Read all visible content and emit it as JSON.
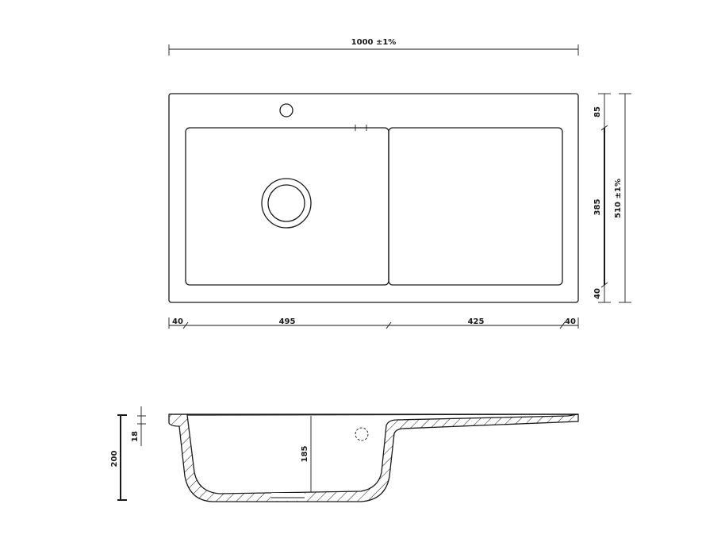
{
  "top_view": {
    "overall_width": "1000 ±1%",
    "overall_depth": "510 ±1%",
    "depth_segments": [
      "85",
      "385",
      "40"
    ],
    "width_segments": [
      "40",
      "495",
      "425",
      "40"
    ]
  },
  "side_view": {
    "total_height": "200",
    "rim_thickness": "18",
    "bowl_depth": "185"
  },
  "colors": {
    "line": "#1a1a1a",
    "background": "#ffffff"
  }
}
